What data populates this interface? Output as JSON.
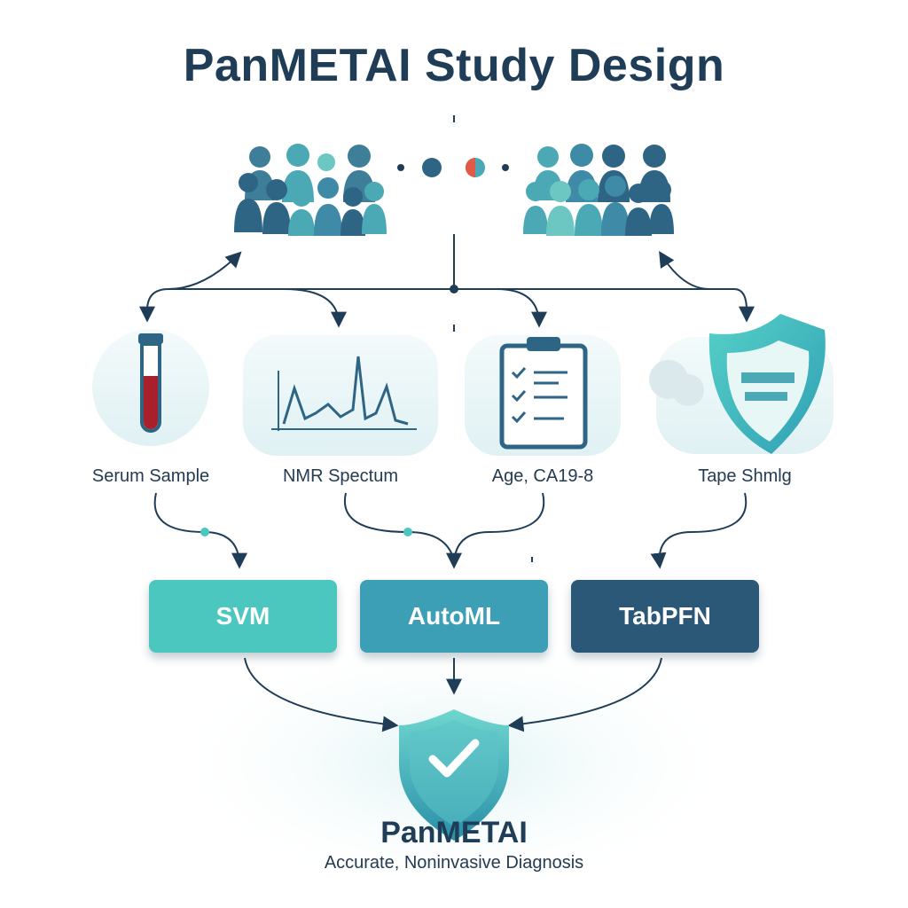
{
  "title": "PanMETAI Study Design",
  "inputs": [
    {
      "label": "Serum Sample",
      "icon": "test-tube-icon"
    },
    {
      "label": "NMR Spectum",
      "icon": "spectrum-chart-icon"
    },
    {
      "label": "Age, CA19-8",
      "icon": "clipboard-checklist-icon"
    },
    {
      "label": "Tape Shmlg",
      "icon": "shield-badge-icon"
    }
  ],
  "models": [
    {
      "label": "SVM",
      "color": "#4cc7c0"
    },
    {
      "label": "AutoML",
      "color": "#3d9fb6"
    },
    {
      "label": "TabPFN",
      "color": "#2c5878"
    }
  ],
  "result": {
    "title": "PanMETAI",
    "subtitle": "Accurate, Noninvasive Diagnosis",
    "icon": "shield-check-icon"
  },
  "colors": {
    "navy": "#1f3d57",
    "teal": "#4cc7c0",
    "blue": "#3d9fb6",
    "dark": "#2c5878",
    "blood": "#a8202c",
    "accent": "#e05a45"
  }
}
